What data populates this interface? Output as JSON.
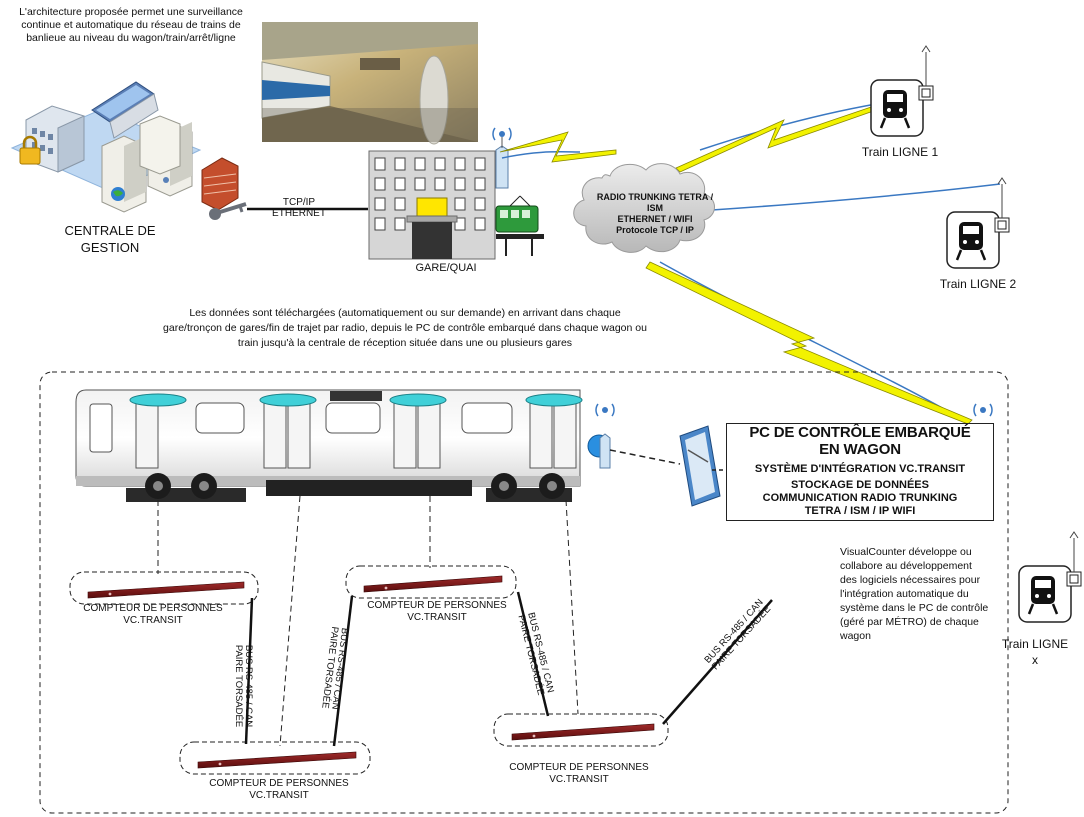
{
  "intro_text": "L'architecture proposée permet une surveillance continue et automatique du réseau de trains de banlieue au niveau du wagon/train/arrêt/ligne",
  "centrale": {
    "label": "CENTRALE DE GESTION"
  },
  "link": {
    "line1": "TCP/IP",
    "line2": "ETHERNET"
  },
  "gare": {
    "label": "GARE/QUAI"
  },
  "cloud": {
    "line1": "RADIO TRUNKING TETRA /",
    "line2": "ISM",
    "line3": "ETHERNET / WIFI",
    "line4": "Protocole TCP / IP"
  },
  "trains": [
    {
      "label": "Train LIGNE 1"
    },
    {
      "label": "Train LIGNE 2"
    },
    {
      "label": "Train LIGNE x"
    }
  ],
  "download_text": "Les données sont téléchargées (automatiquement ou sur demande) en arrivant dans chaque gare/tronçon de gares/fin de trajet par radio, depuis le PC de contrôle embarqué dans chaque wagon ou train jusqu'à la centrale de réception située dans une ou plusieurs gares",
  "pc": {
    "title_line1": "PC DE CONTRÔLE EMBARQUÉ",
    "title_line2": "EN WAGON",
    "line1": "SYSTÈME D'INTÉGRATION VC.TRANSIT",
    "line2": "STOCKAGE DE DONNÉES",
    "line3": "COMMUNICATION RADIO TRUNKING",
    "line4": "TETRA / ISM  / IP WIFI"
  },
  "vc_text": "VisualCounter développe ou collabore au développement des logiciels nécessaires pour l'intégration automatique du système dans le PC de contrôle (géré par MÉTRO) de chaque wagon",
  "counters": [
    {
      "line1": "COMPTEUR DE PERSONNES",
      "line2": "VC.TRANSIT"
    },
    {
      "line1": "COMPTEUR DE PERSONNES",
      "line2": "VC.TRANSIT"
    },
    {
      "line1": "COMPTEUR DE PERSONNES",
      "line2": "VC.TRANSIT"
    },
    {
      "line1": "COMPTEUR DE PERSONNES",
      "line2": "VC.TRANSIT"
    }
  ],
  "bus": {
    "line1": "BUS RS-485 / CAN",
    "line2": "PAIRE TORSADÉE"
  },
  "colors": {
    "lightning": "#f2f200",
    "lightning_outline": "#8a8a00",
    "radio_line": "#3a78c2",
    "counter_bar": "#7a1414",
    "teal": "#40d0d8",
    "tram_green": "#2e9a3c",
    "station_yellow": "#ffe600"
  }
}
